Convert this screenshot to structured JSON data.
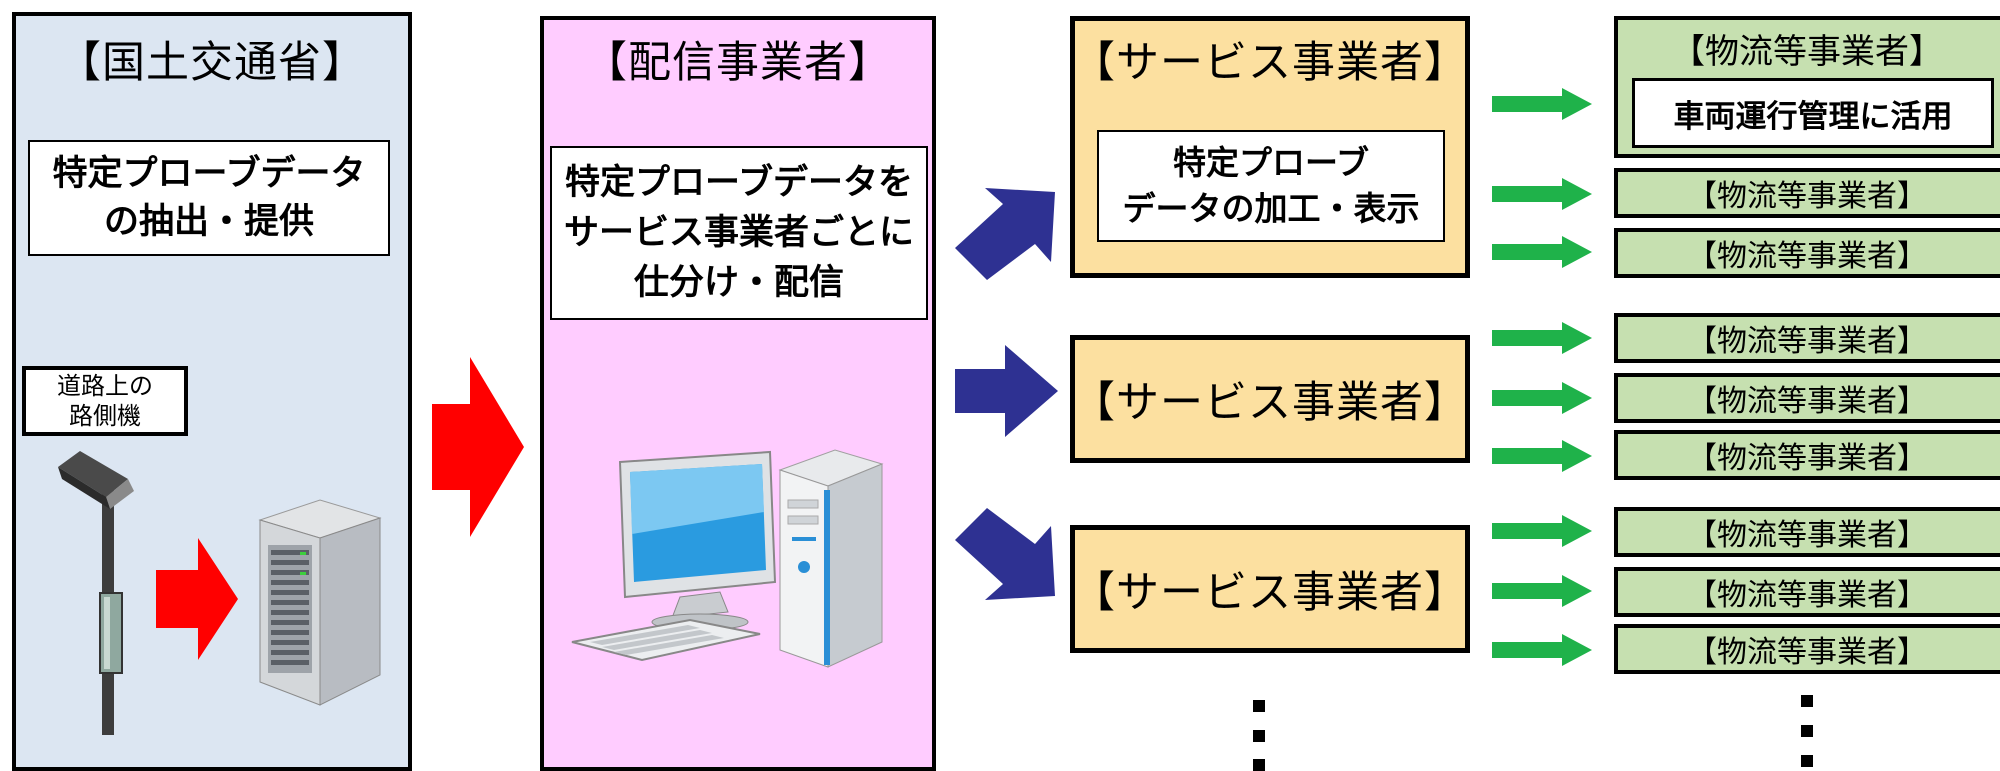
{
  "mlit": {
    "title": "【国土交通省】",
    "box_line1": "特定プローブデータ",
    "box_line2": "の抽出・提供",
    "roadside_line1": "道路上の",
    "roadside_line2": "路側機"
  },
  "distributor": {
    "title": "【配信事業者】",
    "box_line1": "特定プローブデータを",
    "box_line2": "サービス事業者ごとに",
    "box_line3": "仕分け・配信"
  },
  "service": {
    "label": "【サービス事業者】",
    "box_line1": "特定プローブ",
    "box_line2": "データの加工・表示"
  },
  "logistics": {
    "label": "【物流等事業者】",
    "usage": "車両運行管理に活用"
  },
  "colors": {
    "mlit_bg": "#dce6f2",
    "distributor_bg": "#ffccff",
    "service_bg": "#fce0a0",
    "logistics_bg": "#c6e0b0",
    "red_arrow": "#ff0000",
    "navy_arrow": "#2e3192",
    "green_arrow": "#1fb24a"
  },
  "icons": [
    "roadside-unit-icon",
    "server-icon",
    "desktop-computer-icon"
  ]
}
